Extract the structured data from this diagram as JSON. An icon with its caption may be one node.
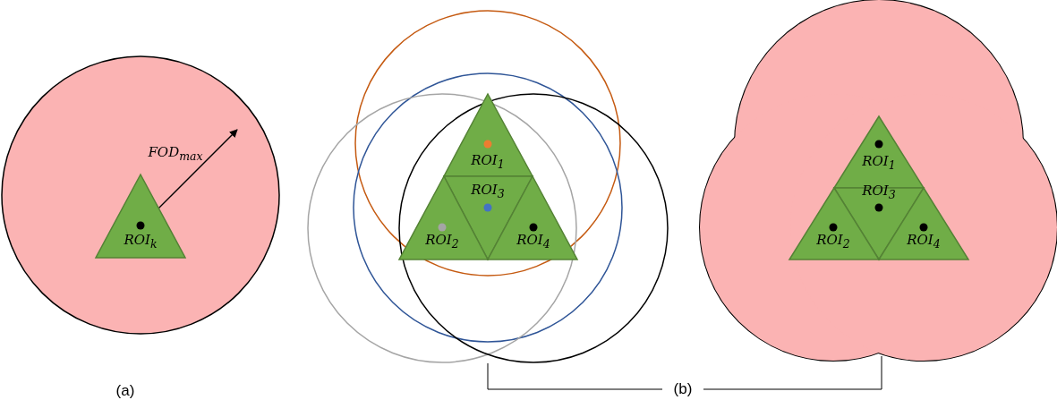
{
  "diagram": {
    "nodes": [
      {
        "text": [
          "ROI$_{k}$"
        ]
      },
      {
        "text": [
          "ROI$_{1}$"
        ]
      },
      {
        "text": [
          "ROI$_{3}$"
        ]
      },
      {
        "text": [
          "ROI$_{2}$"
        ]
      },
      {
        "text": [
          "ROI$_{4}$"
        ]
      },
      {
        "text": [
          "ROI$_{1}$"
        ]
      },
      {
        "text": [
          "ROI$_{3}$"
        ]
      },
      {
        "text": [
          "ROI$_{2}$"
        ]
      },
      {
        "text": [
          "ROI$_{4}$"
        ]
      }
    ],
    "labels": [
      "FOD$_{max}$",
      "(a)",
      "(b)"
    ]
  }
}
